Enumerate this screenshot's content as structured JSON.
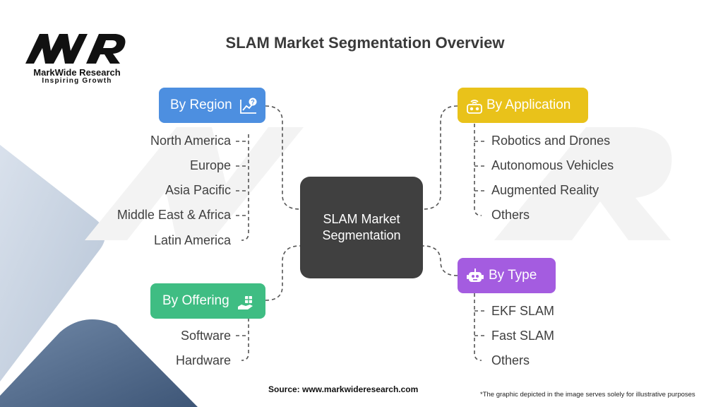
{
  "title": "SLAM Market Segmentation Overview",
  "logo": {
    "name": "MarkWide Research",
    "tagline": "Inspiring Growth"
  },
  "center": {
    "line1": "SLAM Market",
    "line2": "Segmentation"
  },
  "segments": {
    "region": {
      "label": "By Region",
      "color": "#4d8fe0",
      "icon": "chart-question-icon",
      "items": [
        "North America",
        "Europe",
        "Asia Pacific",
        "Middle East & Africa",
        "Latin America"
      ]
    },
    "offering": {
      "label": "By Offering",
      "color": "#3fbd83",
      "icon": "hand-box-icon",
      "items": [
        "Software",
        "Hardware"
      ]
    },
    "application": {
      "label": "By Application",
      "color": "#e9c21a",
      "icon": "robot-signal-icon",
      "items": [
        "Robotics and Drones",
        "Autonomous Vehicles",
        "Augmented Reality",
        "Others"
      ]
    },
    "type": {
      "label": "By Type",
      "color": "#a45ce0",
      "icon": "robot-face-icon",
      "items": [
        "EKF SLAM",
        "Fast SLAM",
        "Others"
      ]
    }
  },
  "footer": {
    "source": "Source: www.markwideresearch.com",
    "note": "*The graphic depicted in the image serves solely for illustrative purposes"
  }
}
